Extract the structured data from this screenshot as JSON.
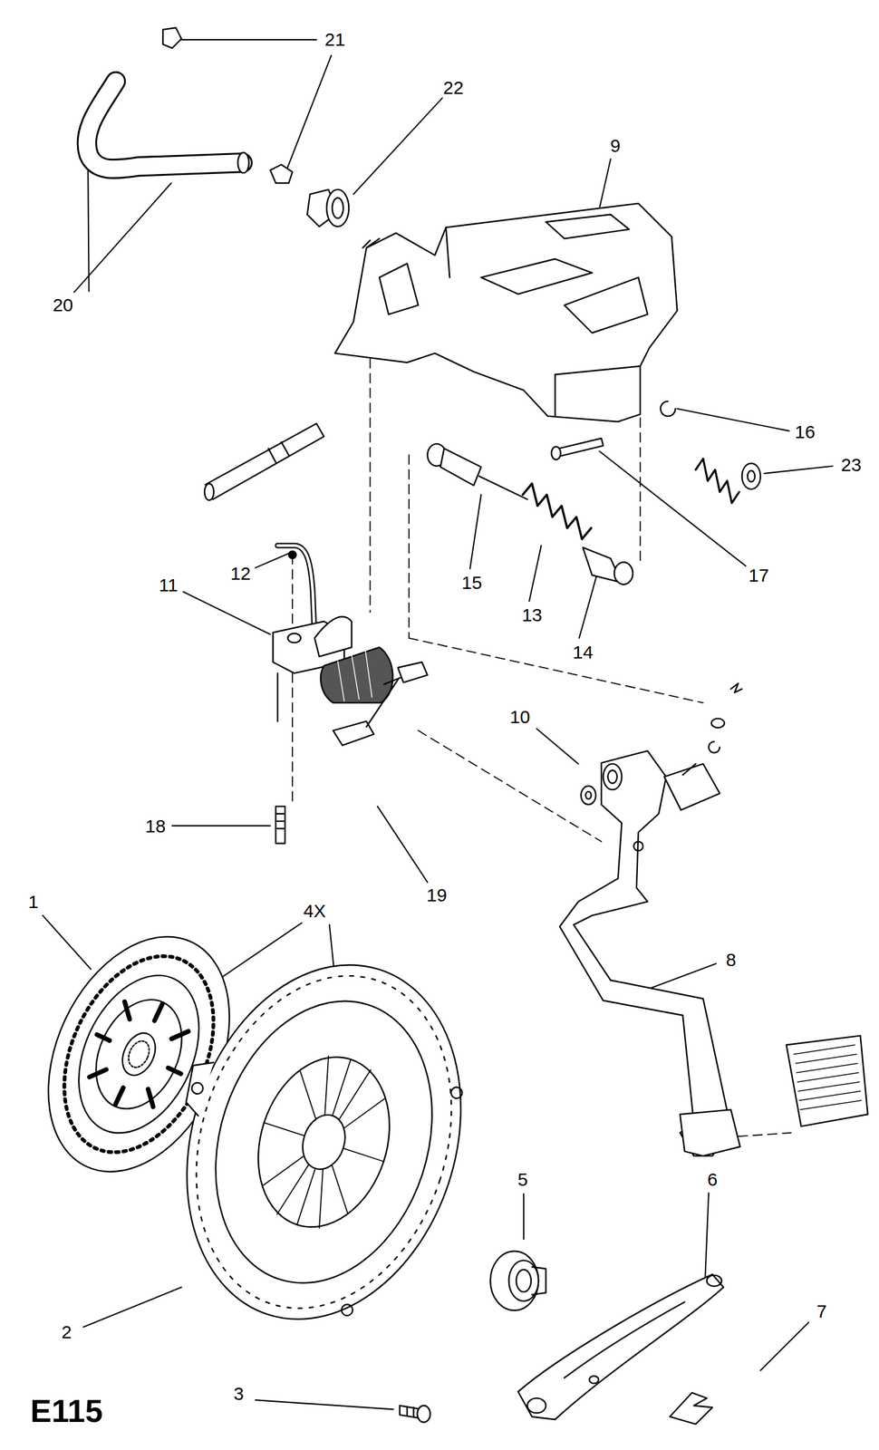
{
  "diagram": {
    "labels": [
      "21",
      "22",
      "9",
      "20",
      "16",
      "23",
      "15",
      "13",
      "14",
      "17",
      "11",
      "12",
      "10",
      "18",
      "19",
      "1",
      "4X",
      "8",
      "5",
      "6",
      "2",
      "7",
      "3",
      "E115"
    ]
  }
}
